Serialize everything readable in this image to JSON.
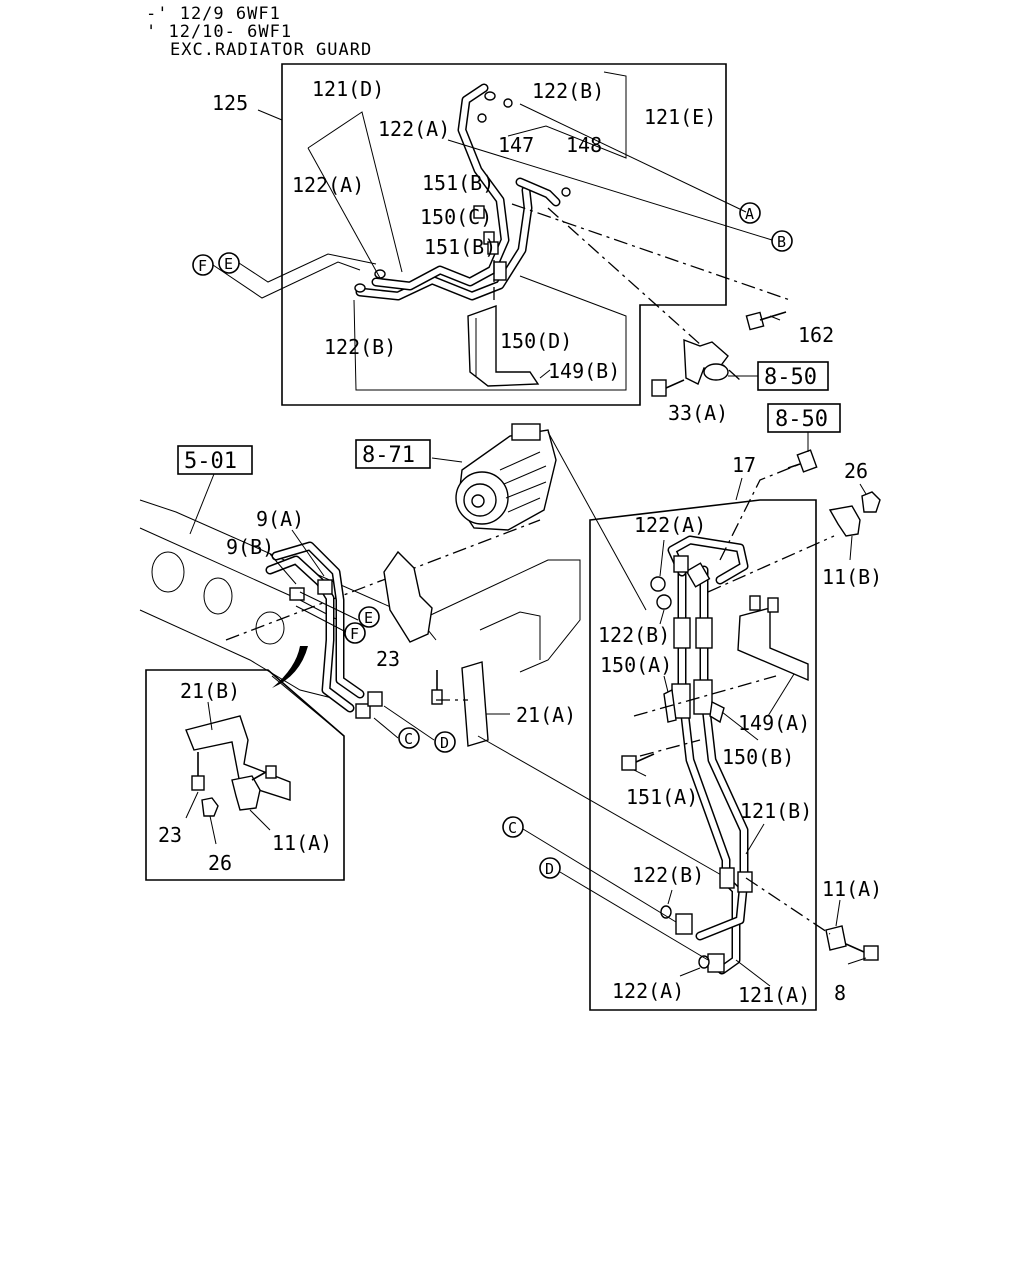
{
  "header": {
    "line1": "-' 12/9 6WF1",
    "line2": "' 12/10- 6WF1",
    "line3": "EXC.RADIATOR GUARD"
  },
  "labels": {
    "l125": "125",
    "l121D": "121(D)",
    "l122B_top": "122(B)",
    "l121E": "121(E)",
    "l122A_top": "122(A)",
    "l147": "147",
    "l148": "148",
    "l122A_left": "122(A)",
    "l151B_1": "151(B)",
    "l150C": "150(C)",
    "l151B_2": "151(B)",
    "l122B_left": "122(B)",
    "l150D": "150(D)",
    "l149B": "149(B)",
    "l162": "162",
    "l33A": "33(A)",
    "l17": "17",
    "l26_top": "26",
    "l11B": "11(B)",
    "l9A": "9(A)",
    "l9B": "9(B)",
    "l23_mid": "23",
    "l21A": "21(A)",
    "l122A_r1": "122(A)",
    "l122B_r1": "122(B)",
    "l150A": "150(A)",
    "l149A": "149(A)",
    "l150B": "150(B)",
    "l151A": "151(A)",
    "l121B": "121(B)",
    "l122B_r2": "122(B)",
    "l11A_r": "11(A)",
    "l8": "8",
    "l122A_r2": "122(A)",
    "l121A": "121(A)",
    "l21B": "21(B)",
    "l23_inset": "23",
    "l26_inset": "26",
    "l11A_inset": "11(A)"
  },
  "refs": {
    "r850_a": "8-50",
    "r850_b": "8-50",
    "r871": "8-71",
    "r501": "5-01"
  },
  "circles": {
    "A": "A",
    "B": "B",
    "F_top": "F",
    "E_top": "E",
    "E_mid": "E",
    "F_mid": "F",
    "C_mid": "C",
    "D_mid": "D",
    "C_low": "C",
    "D_low": "D"
  }
}
